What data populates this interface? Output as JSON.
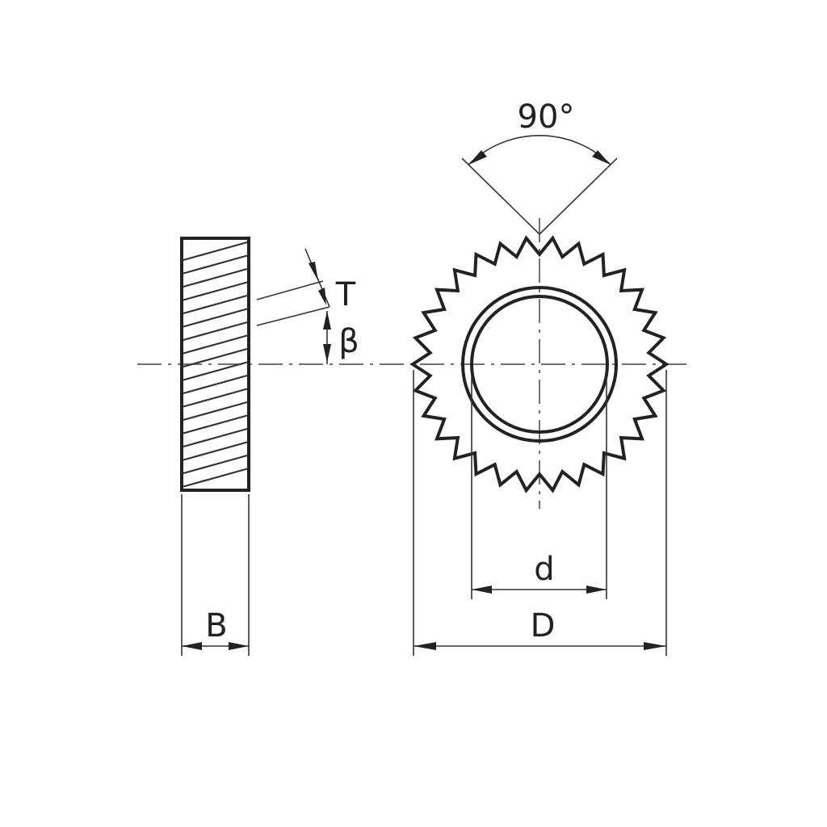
{
  "labels": {
    "angle": "90°",
    "pitch": "T",
    "helix_angle": "β",
    "inner_diameter": "d",
    "outer_diameter": "D",
    "width": "B"
  },
  "wheel": {
    "teeth": 30
  },
  "colors": {
    "line": "#222222",
    "background": "#ffffff"
  }
}
